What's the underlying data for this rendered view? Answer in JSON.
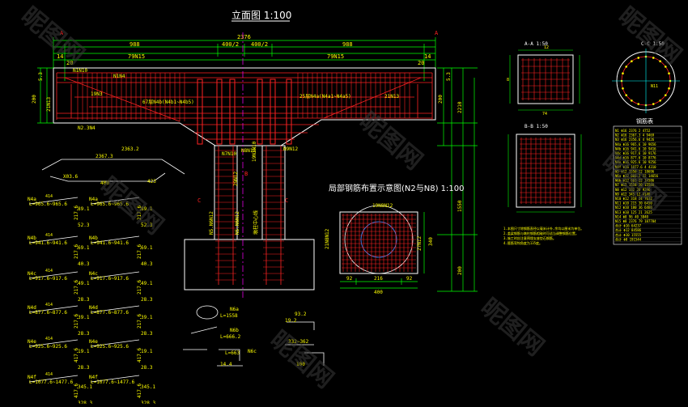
{
  "titles": {
    "elevation": "立面图 1:100",
    "local_rebar": "局部钢筋布置示意图(N2与N8) 1:100",
    "section_a": "A-A 1:50",
    "section_b": "B-B 1:50",
    "section_c": "C-C 1:50",
    "table_title": "钢筋表"
  },
  "colors": {
    "background": "#000000",
    "dims": "#00ff00",
    "rebar": "#ff2222",
    "text": "#ffff00",
    "outline": "#ffffff",
    "centerline": "#ff00ff",
    "annotation": "#00ffff"
  },
  "elevation": {
    "total_width": "2376",
    "left_span": "988",
    "right_span": "988",
    "mid_left": "400/2",
    "mid_right": "400/2",
    "left_bars": "79N15",
    "right_bars": "79N15",
    "left_edge": "14",
    "right_edge": "14",
    "left_small": "20",
    "right_small": "20",
    "cap_left_height": "200",
    "cap_right_height": "200",
    "layer_left": "67层N4b(N4b1~N4b5)",
    "layer_right": "25层N4a(N4a1~N4a5)",
    "label_n1n10": "N1N10",
    "label_n1n4": "N1N4",
    "label_19n3": "19N3",
    "label_21n13": "21N13",
    "label_21n13_left": "21N13",
    "label_n2": "N2.3N4",
    "label_n7n10": "N7N10",
    "label_n8n12": "N8N12",
    "label_n9n12": "N9N12",
    "label_col1": "N5.N6N12",
    "label_col2": "N5.N6N12",
    "label_col3": "29N12",
    "label_col4": "19N3N10",
    "label_centerline": "墩柱中心线",
    "section_mark_a": "A",
    "section_mark_b": "B",
    "section_mark_c": "C",
    "right_dims": [
      "5.3",
      "5.3",
      "200",
      "2210",
      "1550",
      "200"
    ]
  },
  "local_rebar": {
    "bars_top": "19N8N12",
    "bars_left": "21N8N12",
    "bars_right": "27N12",
    "dim_left": "92",
    "dim_mid": "216",
    "dim_right": "92",
    "dim_total": "400",
    "dim_height": "340"
  },
  "bar_details": [
    {
      "tag": "N4a",
      "spec": "L=965.6~965.6",
      "vals": [
        "414",
        "89.1",
        "217.6",
        "52.3"
      ]
    },
    {
      "tag": "N4b",
      "spec": "L=941.6~941.6",
      "vals": [
        "414",
        "69.1",
        "217.6",
        "40.3"
      ]
    },
    {
      "tag": "N4c",
      "spec": "L=917.6~917.6",
      "vals": [
        "414",
        "49.1",
        "217.6",
        "28.3"
      ]
    },
    {
      "tag": "N4d",
      "spec": "L=877.6~877.6",
      "vals": [
        "414",
        "39.1",
        "217.6",
        "28.3"
      ]
    },
    {
      "tag": "N4e",
      "spec": "L=925.6~925.6",
      "vals": [
        "414",
        "19.1",
        "417.6",
        "28.3"
      ]
    },
    {
      "tag": "N4f",
      "spec": "L=1077.6~1477.6",
      "vals": [
        "414",
        "345.1",
        "417.6",
        "328.3"
      ]
    }
  ],
  "misc_labels": {
    "bent_top": "2367.3",
    "bent_label": "2363.2",
    "n2_len": "2367.3",
    "n2_sub": "400",
    "n3_angle": "X03.6",
    "n3_sub": "400",
    "n3_small": "423",
    "n6_a": "N6a",
    "n6_b": "N6b",
    "n6_c": "N6c",
    "n7_len": "L=1558",
    "n7_sub": "L=666.2",
    "n7_b": "L=663",
    "n8_a": "93.2",
    "n8_b": "332~362",
    "n8_c": "100",
    "n8_d": "19.2",
    "n8_e": "14.4"
  },
  "table_rows": [
    "N1 Φ16 2376 2 4752",
    "N2 Φ16 2367.3 4 9469",
    "N3 Φ16 2356.6 4 9426",
    "N4a Φ16 965.6 10 9656",
    "N4b Φ16 941.6 10 9416",
    "N4c Φ16 917.6 10 9176",
    "N4d Φ16 877.6 10 8776",
    "N4e Φ16 925.6 10 9256",
    "N4f Φ16 1077.6 4 4310",
    "N5 Φ12 1558 12 18696",
    "N6a Φ12 666.2 22 14656",
    "N6b Φ12 663 22 14586",
    "N7 Φ12 1558 10 15580",
    "N8 Φ12 332 28 9296",
    "N9 Φ12 345 12 4140",
    "N10 Φ12 318 24 7632",
    "N11 Φ10 215 30 6450",
    "N12 Φ10 180 36 6480",
    "N13 Φ10 125 21 2625",
    "N14 Φ8 96 40 3840",
    "N15 Φ8 2376 79 187704",
    "合计 Φ16 64237",
    "合计 Φ12 84586",
    "合计 Φ10 15555",
    "合计 Φ8 191544"
  ],
  "notes": [
    "1.本图尺寸除钢筋直径以毫米计外,余均以厘米为单位。",
    "2.盖梁钢筋与墩柱钢筋相碰时可适当调整钢筋位置。",
    "3.施工时应注意预埋支座垫石钢筋。",
    "4.箍筋弯钩角度为135度。"
  ],
  "section_a_labels": {
    "w1": "12",
    "w2": "8",
    "b1": "74"
  },
  "section_c_labels": {
    "n": "N11"
  },
  "watermarks": [
    "昵图网",
    "昵图网",
    "昵图网",
    "昵图网",
    "昵图网",
    "昵图网",
    "昵图网"
  ]
}
